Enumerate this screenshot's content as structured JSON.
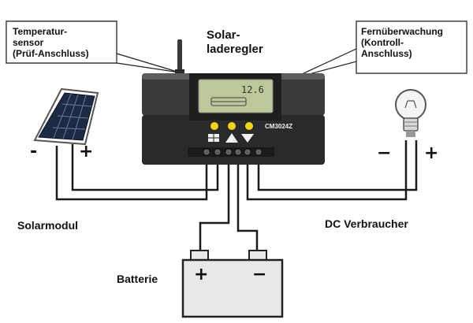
{
  "callouts": {
    "temperature": [
      "Temperatur-",
      "sensor",
      "(Prüf-Anschluss)"
    ],
    "remote": [
      "Fernüberwachung",
      "(Kontroll-",
      "Anschluss)"
    ]
  },
  "title": [
    "Solar-",
    "laderegler"
  ],
  "controller": {
    "display_reading": "12.6",
    "model": "CM3024Z",
    "button_icons": [
      "panel-icon",
      "battery-icon",
      "bulb-icon"
    ]
  },
  "components": {
    "solar_module": "Solarmodul",
    "load": "DC Verbraucher",
    "battery": "Batterie"
  },
  "polarity": {
    "solar_minus": "-",
    "solar_plus": "+",
    "load_minus": "−",
    "load_plus": "+",
    "battery_plus": "+",
    "battery_minus": "−"
  },
  "colors": {
    "wire": "#1a1a1a",
    "controller_body": "#333333",
    "lcd": "#bcc79a",
    "button": "#f2d21c",
    "battery_fill": "#e8e8e8"
  }
}
